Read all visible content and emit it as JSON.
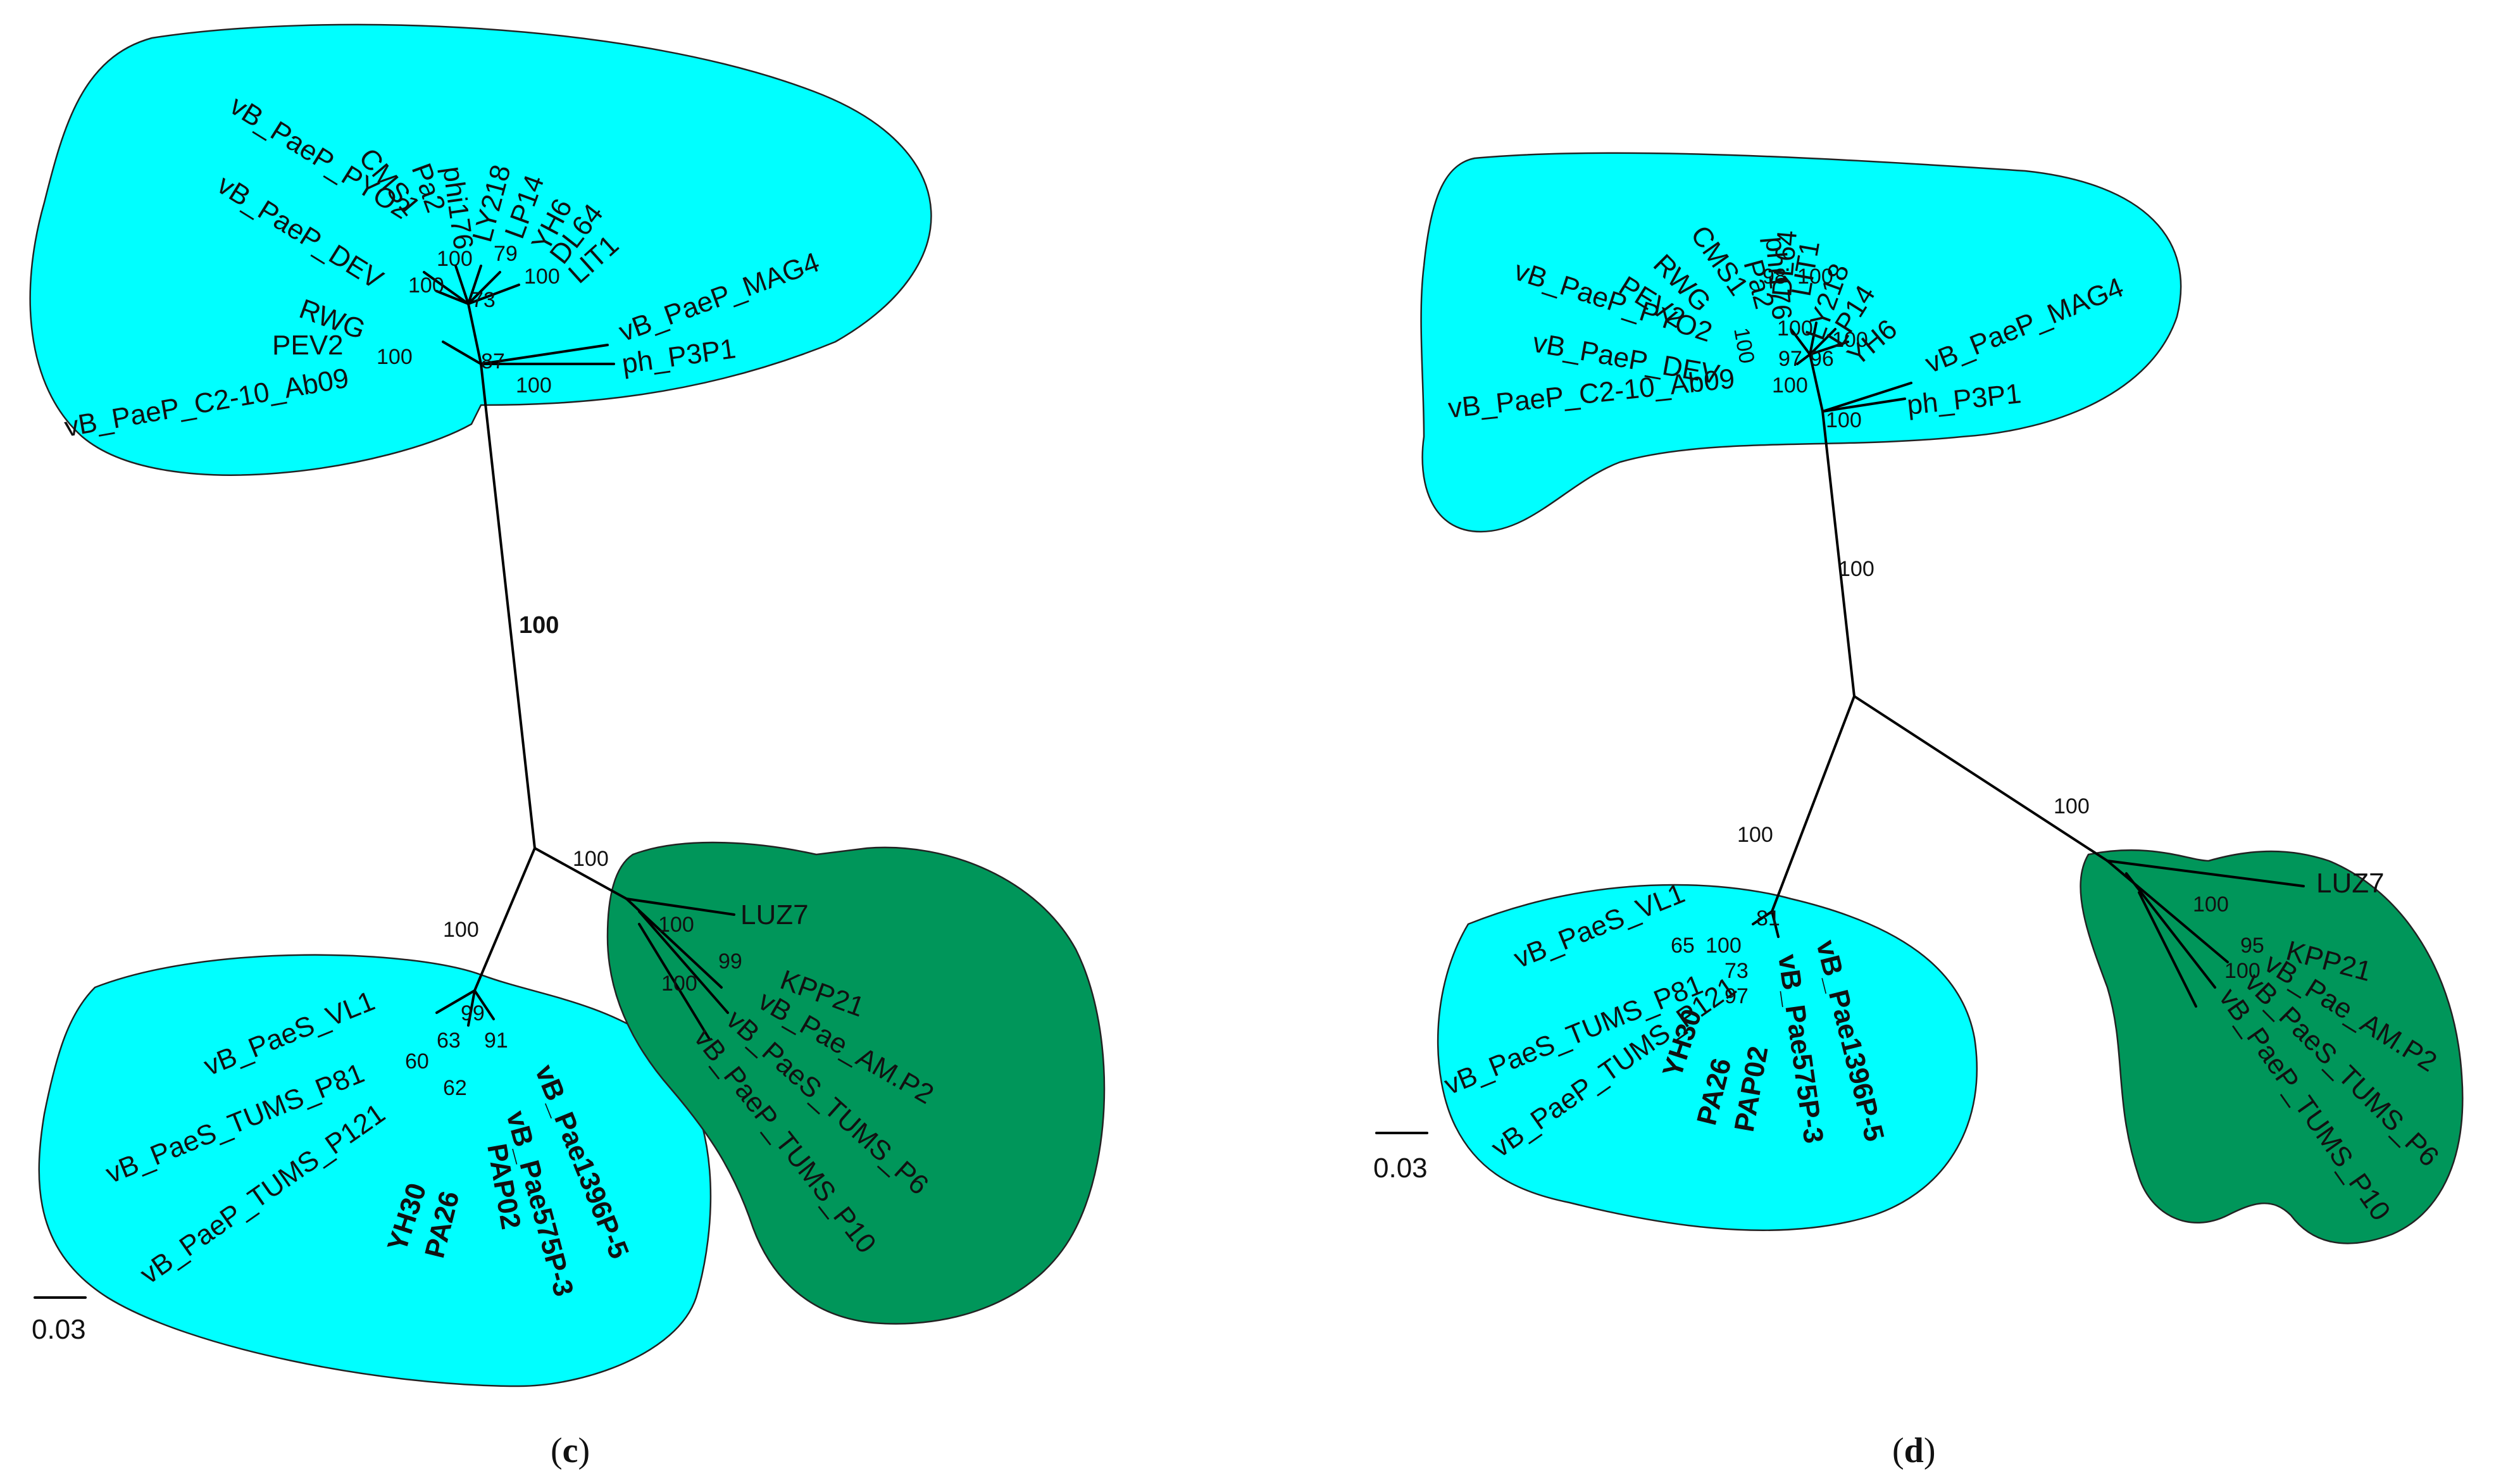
{
  "panels": {
    "c": {
      "label_open": "(",
      "label_letter": "c",
      "label_close": ")",
      "scale_bar": "0.03",
      "leaves": {
        "l1": "vB_PaeP_PYO2",
        "l2": "vB_PaeP_DEV",
        "l3": "CMS1",
        "l4": "Pa2",
        "l5": "phi176",
        "l6": "LY218",
        "l7": "LP14",
        "l8": "YH6",
        "l9": "DL64",
        "l10": "LIT1",
        "l11": "RWG",
        "l12": "PEV2",
        "l13": "vB_PaeP_C2-10_Ab09",
        "l14": "vB_PaeP_MAG4",
        "l15": "ph_P3P1",
        "l16": "LUZ7",
        "l17": "KPP21",
        "l18": "vB_Pae_AM.P2",
        "l19": "vB_PaeS_TUMS_P6",
        "l20": "vB_PaeP_TUMS_P10",
        "l21": "vB_PaeS_VL1",
        "l22": "vB_PaeS_TUMS_P81",
        "l23": "vB_PaeP_TUMS_P121",
        "l24": "YH30",
        "l25": "PA26",
        "l26": "PAP02",
        "l27": "vB_Pae575P-3",
        "l28": "vB_Pae1396P-5"
      },
      "bootstrap": {
        "b1": "100",
        "b2": "100",
        "b3": "79",
        "b4": "73",
        "b5": "100",
        "b6": "100",
        "b7": "87",
        "b8": "100",
        "b9": "100",
        "b10": "100",
        "b11": "100",
        "b12": "100",
        "b13": "99",
        "b14": "100",
        "b15": "99",
        "b16": "63",
        "b17": "60",
        "b18": "91",
        "b19": "62"
      }
    },
    "d": {
      "label_open": "(",
      "label_letter": "d",
      "label_close": ")",
      "scale_bar": "0.03",
      "leaves": {
        "l1": "vB_PaeP_PYO2",
        "l2": "vB_PaeP_DEV",
        "l3": "CMS1",
        "l4": "Pa2",
        "l5": "phi176",
        "l6": "DL64",
        "l7": "LIT1",
        "l8": "LY218",
        "l9": "LP14",
        "l10": "YH6",
        "l11": "RWG",
        "l12": "PEV2",
        "l13": "vB_PaeP_C2-10_Ab09",
        "l14": "vB_PaeP_MAG4",
        "l15": "ph_P3P1",
        "l16": "LUZ7",
        "l17": "KPP21",
        "l18": "vB_Pae_AM.P2",
        "l19": "vB_PaeS_TUMS_P6",
        "l20": "vB_PaeP_TUMS_P10",
        "l21": "vB_PaeS_VL1",
        "l22": "vB_PaeS_TUMS_P81",
        "l23": "vB_PaeP_TUMS_P121",
        "l24": "YH30",
        "l25": "PA26",
        "l26": "PAP02",
        "l27": "vB_Pae575P-3",
        "l28": "vB_Pae1396P-5"
      },
      "bootstrap": {
        "b1": "98",
        "b2": "100",
        "b3": "100",
        "b4": "100",
        "b5": "97",
        "b6": "96",
        "b7": "100",
        "b8": "100",
        "b9": "100",
        "b10": "100",
        "b11": "100",
        "b12": "100",
        "b13": "95",
        "b14": "100",
        "b15": "81",
        "b16": "65",
        "b17": "100",
        "b18": "73",
        "b19": "97"
      }
    }
  },
  "colors": {
    "clade_cyan": "#00ffff",
    "clade_green": "#00965a"
  }
}
